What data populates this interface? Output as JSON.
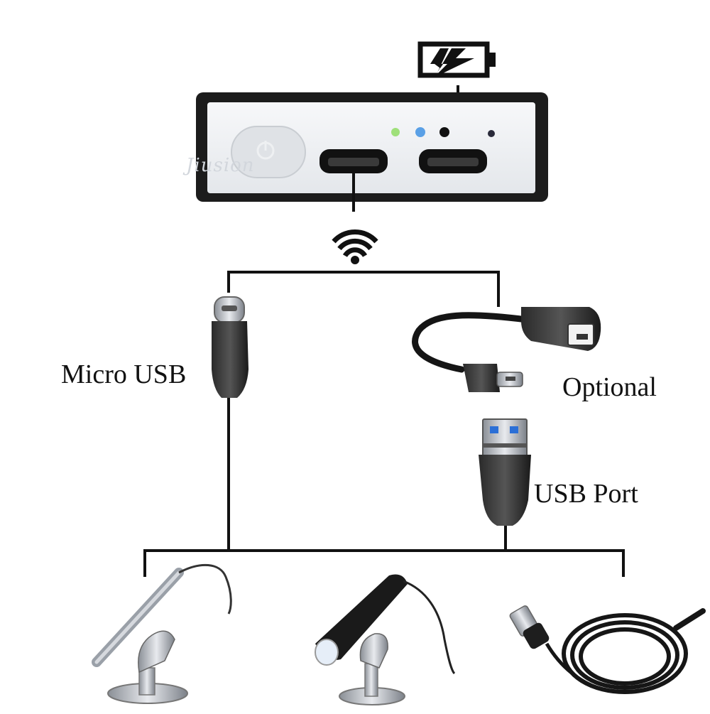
{
  "labels": {
    "micro_usb": "Micro USB",
    "optional": "Optional",
    "usb_port": "USB Port"
  },
  "watermark": "Jiusion",
  "icons": {
    "battery": "battery-charging-icon",
    "wifi": "wifi-icon"
  },
  "colors": {
    "line": "#111111",
    "device_body": "#1c1c1c",
    "device_panel": "#eef0f3",
    "led_green": "#9fe07a",
    "led_blue": "#5aa0e6"
  }
}
